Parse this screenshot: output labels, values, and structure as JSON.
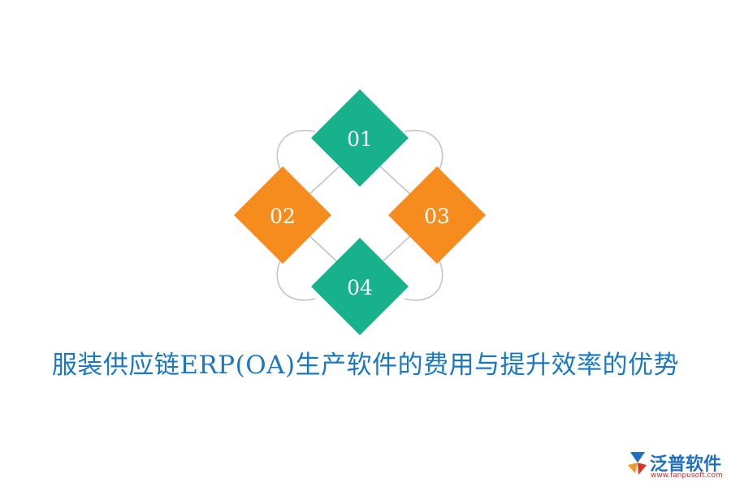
{
  "diagram": {
    "nodes": [
      {
        "id": "n1",
        "label": "01",
        "color": "#17b18b"
      },
      {
        "id": "n2",
        "label": "02",
        "color": "#f68c1e"
      },
      {
        "id": "n3",
        "label": "03",
        "color": "#f68c1e"
      },
      {
        "id": "n4",
        "label": "04",
        "color": "#17b18b"
      }
    ],
    "ring_color": "#c4c4c4"
  },
  "title": "服装供应链ERP(OA)生产软件的费用与提升效率的优势",
  "logo": {
    "name": "泛普软件",
    "url": "www.fanpusoft.com"
  }
}
